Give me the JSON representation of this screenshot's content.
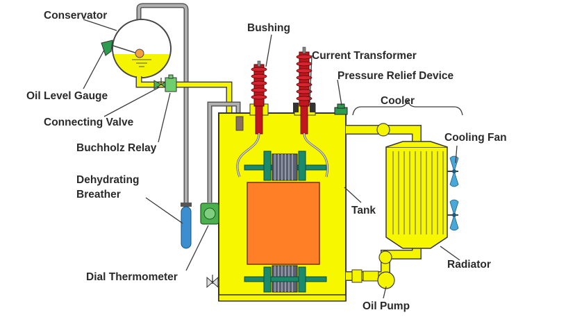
{
  "labels": {
    "conservator": "Conservator",
    "oil_level_gauge": "Oil Level Gauge",
    "connecting_valve": "Connecting Valve",
    "buchholz_relay": "Buchholz Relay",
    "dehydrating_breather_line1": "Dehydrating",
    "dehydrating_breather_line2": "Breather",
    "dial_thermometer": "Dial Thermometer",
    "bushing": "Bushing",
    "current_transformer": "Current Transformer",
    "pressure_relief_device": "Pressure Relief Device",
    "cooler": "Cooler",
    "cooling_fan": "Cooling Fan",
    "tank": "Tank",
    "radiator": "Radiator",
    "oil_pump": "Oil Pump"
  },
  "colors": {
    "oil": "#f5f500",
    "core": "#ff7f27",
    "bushing": "#c0171e",
    "clamp": "#1a8a6a",
    "fan": "#4aa8d8",
    "breather": "#3b8fd1",
    "pipe": "#8a8a8a",
    "valve": "#5cb85c"
  }
}
